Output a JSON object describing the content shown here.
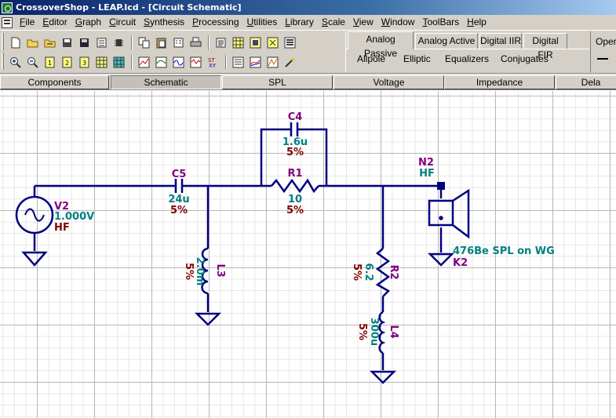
{
  "window": {
    "title": "CrossoverShop - LEAP.lcd - [Circuit Schematic]"
  },
  "menu": [
    "File",
    "Editor",
    "Graph",
    "Circuit",
    "Synthesis",
    "Processing",
    "Utilities",
    "Library",
    "Scale",
    "View",
    "Window",
    "ToolBars",
    "Help"
  ],
  "toolbar_row1": [
    "new-file-icon",
    "open-folder-icon",
    "open-recent-icon",
    "save-as-icon",
    "save-icon",
    "library-icon",
    "chip-icon",
    "copy-icon",
    "paste-icon",
    "properties-icon",
    "print-icon",
    "notes-icon",
    "grid-icon",
    "zoom-fit-icon",
    "zoom-tool-icon",
    "component-list-icon"
  ],
  "toolbar_row2": [
    "zoom-in-icon",
    "zoom-out-icon",
    "page-1-icon",
    "page-2-icon",
    "page-3-icon",
    "table-icon",
    "cells-icon",
    "graph-icon",
    "chart-icon",
    "wave-icon",
    "spreadsheet-icon",
    "sigma-icon",
    "view-grid-icon",
    "spectrum-icon",
    "spectrum2-icon",
    "magic-icon"
  ],
  "analog_tabs": {
    "tabs": [
      "Analog Passive",
      "Analog Active",
      "Digital IIR",
      "Digital FIR"
    ],
    "active": "Analog Passive",
    "buttons": [
      "Allpole",
      "Elliptic",
      "Equalizers",
      "Conjugates"
    ]
  },
  "oper_label": "Oper",
  "view_tabs": [
    "Components",
    "Schematic",
    "SPL",
    "Voltage",
    "Impedance",
    "Dela"
  ],
  "view_tab_active": "Schematic",
  "schematic": {
    "source": {
      "name": "V2",
      "value": "1.000V",
      "tol": "HF"
    },
    "c5": {
      "name": "C5",
      "value": "24u",
      "tol": "5%"
    },
    "c4": {
      "name": "C4",
      "value": "1.6u",
      "tol": "5%"
    },
    "r1": {
      "name": "R1",
      "value": "10",
      "tol": "5%"
    },
    "l3": {
      "name": "L3",
      "value": "2.0m",
      "tol": "5%"
    },
    "r2": {
      "name": "R2",
      "value": "6.2",
      "tol": "5%"
    },
    "l4": {
      "name": "L4",
      "value": "300u",
      "tol": "5%"
    },
    "node": {
      "name": "N2",
      "tag": "HF"
    },
    "speaker": {
      "name": "K2",
      "value": "476Be SPL on WG"
    }
  },
  "colors": {
    "wire": "#000080",
    "name": "#800080",
    "value": "#008080",
    "tolerance": "#800000",
    "title_bar": "#0a246a",
    "panel": "#d4d0c8"
  }
}
